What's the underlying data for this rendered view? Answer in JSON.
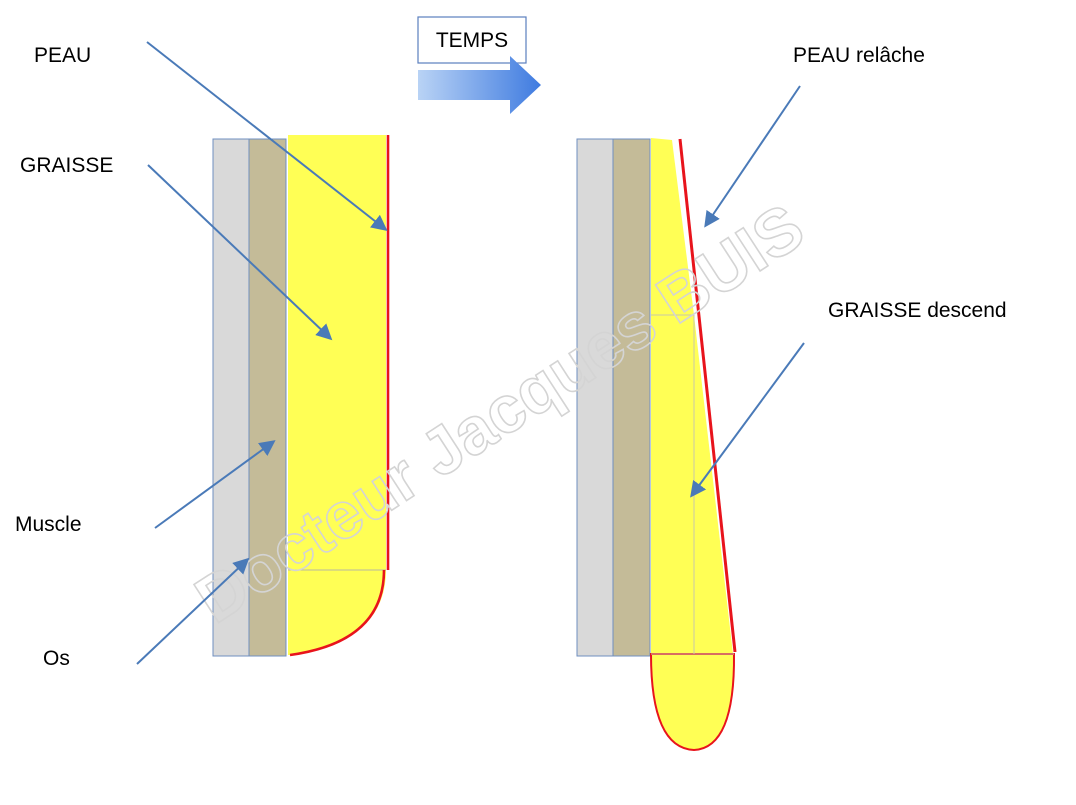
{
  "labels": {
    "peau": "PEAU",
    "graisse": "GRAISSE",
    "muscle": "Muscle",
    "os": "Os",
    "temps": "TEMPS",
    "peau_relache": "PEAU  relâche",
    "graisse_descend": "GRAISSE  descend"
  },
  "watermark": "Docteur  Jacques  BUIS",
  "colors": {
    "bone": "#d9d9d9",
    "muscle": "#c4bb98",
    "fat": "#ffff55",
    "skin": "#e8141c",
    "arrow": "#4a7ab8",
    "outline": "#6f8fc0"
  },
  "icons": {
    "time_arrow": "right-arrow-icon"
  }
}
